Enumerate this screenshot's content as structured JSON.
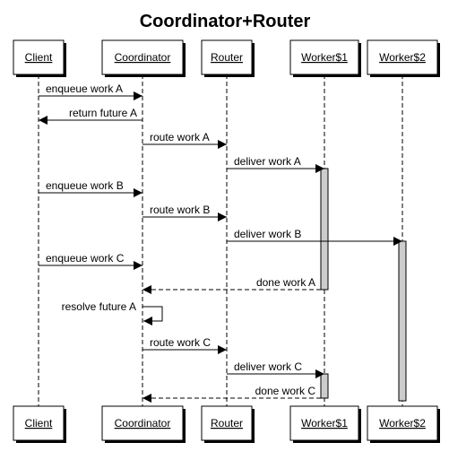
{
  "diagram": {
    "title": "Coordinator+Router",
    "participants": [
      {
        "id": "client",
        "label": "Client"
      },
      {
        "id": "coordinator",
        "label": "Coordinator"
      },
      {
        "id": "router",
        "label": "Router"
      },
      {
        "id": "worker1",
        "label": "Worker$1"
      },
      {
        "id": "worker2",
        "label": "Worker$2"
      }
    ],
    "messages": [
      {
        "from": "client",
        "to": "coordinator",
        "label": "enqueue work A",
        "style": "solid"
      },
      {
        "from": "coordinator",
        "to": "client",
        "label": "return future A",
        "style": "solid"
      },
      {
        "from": "coordinator",
        "to": "router",
        "label": "route work A",
        "style": "solid"
      },
      {
        "from": "router",
        "to": "worker1",
        "label": "deliver work A",
        "style": "solid"
      },
      {
        "from": "client",
        "to": "coordinator",
        "label": "enqueue work B",
        "style": "solid"
      },
      {
        "from": "coordinator",
        "to": "router",
        "label": "route work B",
        "style": "solid"
      },
      {
        "from": "router",
        "to": "worker2",
        "label": "deliver work B",
        "style": "solid"
      },
      {
        "from": "client",
        "to": "coordinator",
        "label": "enqueue work C",
        "style": "solid"
      },
      {
        "from": "worker1",
        "to": "coordinator",
        "label": "done work A",
        "style": "dashed"
      },
      {
        "from": "coordinator",
        "to": "coordinator",
        "label": "resolve future A",
        "style": "self"
      },
      {
        "from": "coordinator",
        "to": "router",
        "label": "route work C",
        "style": "solid"
      },
      {
        "from": "router",
        "to": "worker1",
        "label": "deliver work C",
        "style": "solid"
      },
      {
        "from": "worker1",
        "to": "coordinator",
        "label": "done work C",
        "style": "dashed"
      }
    ]
  }
}
